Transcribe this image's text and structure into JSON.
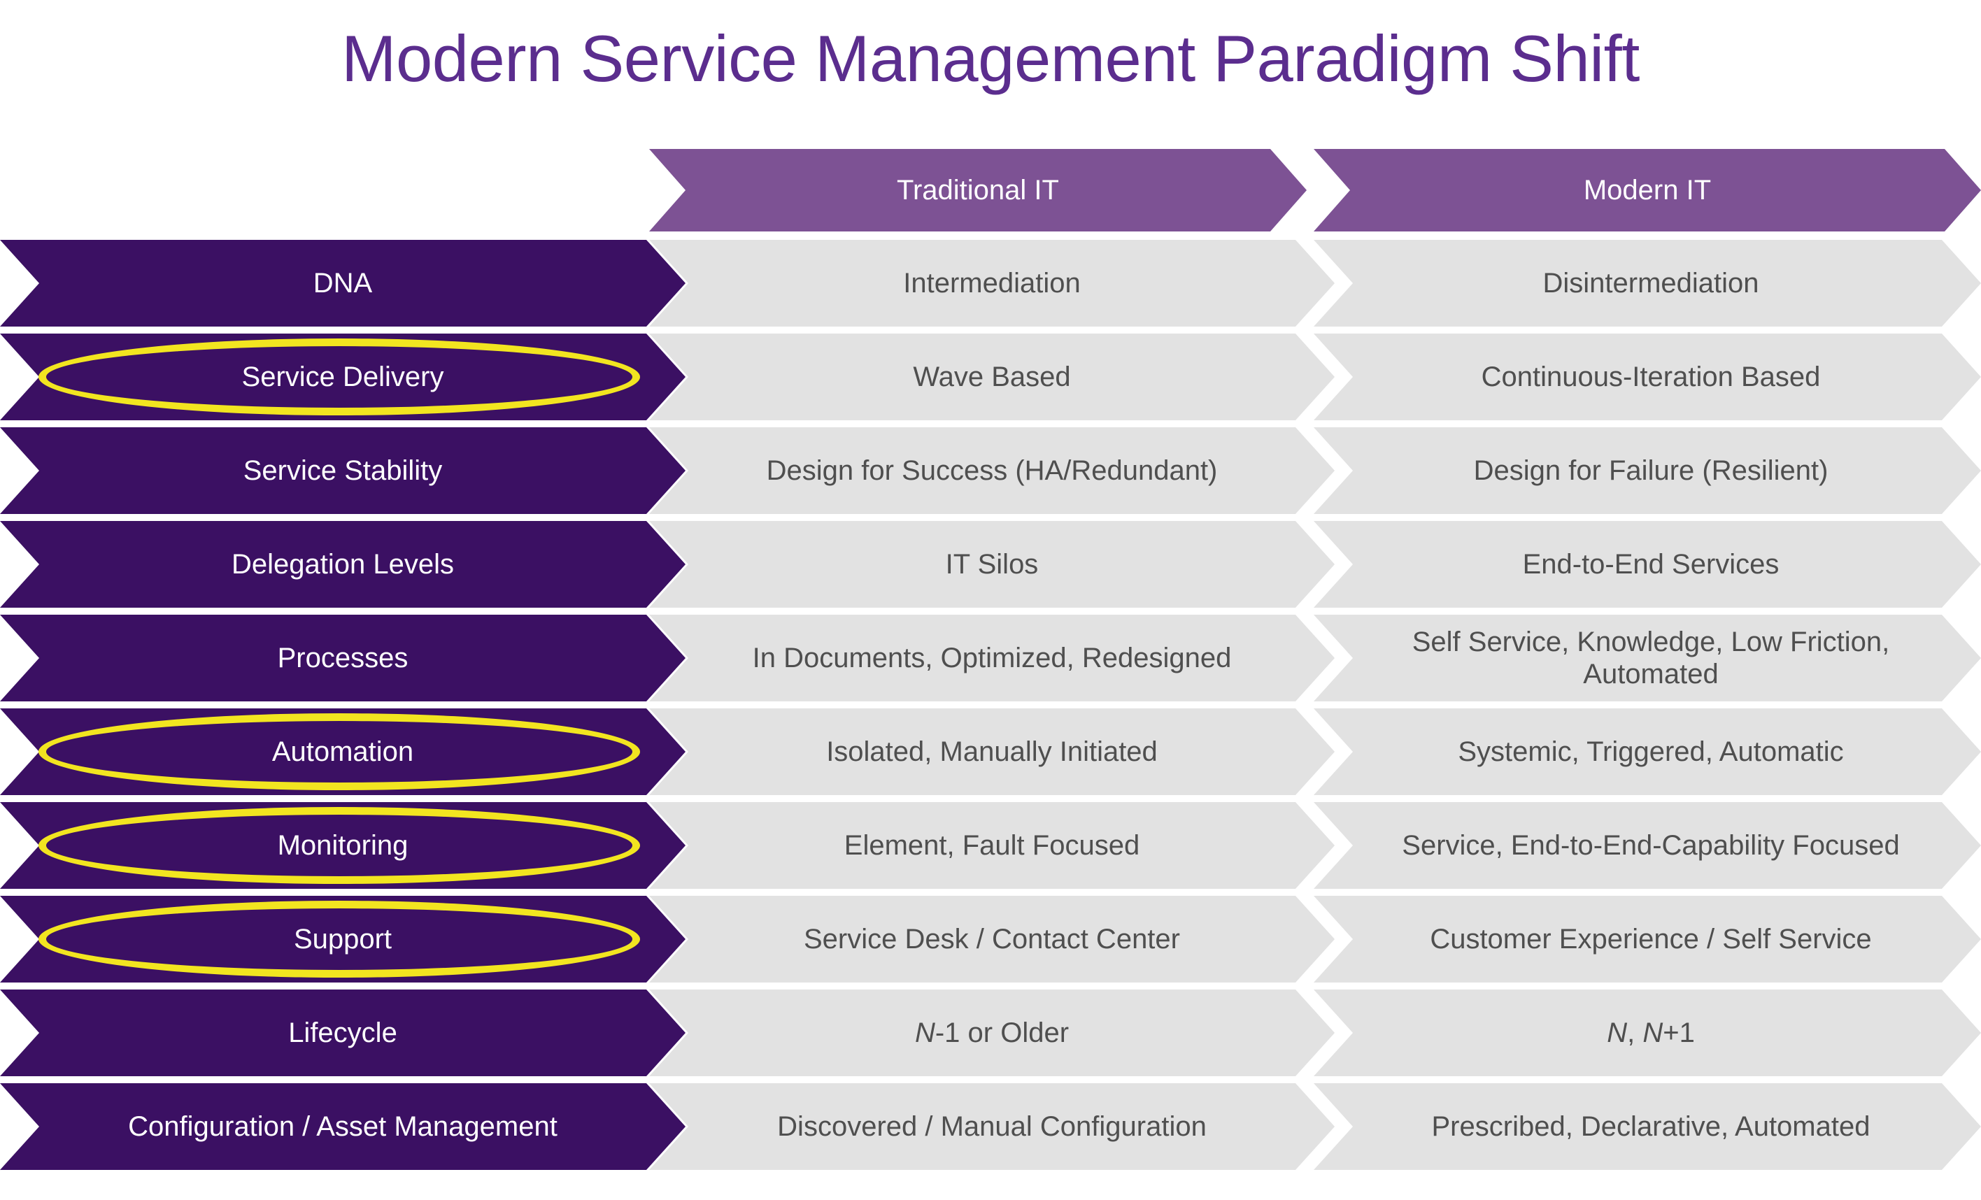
{
  "title": "Modern Service Management Paradigm Shift",
  "colors": {
    "title_purple": "#5b2d8e",
    "header_purple": "#7d5294",
    "label_purple": "#3b1063",
    "cell_gray": "#e2e2e2",
    "cell_text": "#4f4f4f",
    "highlight_yellow": "#f2e520",
    "background": "#ffffff"
  },
  "header": {
    "spacer": "",
    "traditional": "Traditional IT",
    "modern": "Modern IT"
  },
  "chart_data": {
    "type": "table",
    "title": "Modern Service Management Paradigm Shift",
    "columns": [
      "",
      "Traditional IT",
      "Modern IT"
    ],
    "rows": [
      {
        "label": "DNA",
        "traditional": "Intermediation",
        "modern": "Disintermediation",
        "highlighted": false
      },
      {
        "label": "Service Delivery",
        "traditional": "Wave Based",
        "modern": "Continuous-Iteration Based",
        "highlighted": true
      },
      {
        "label": "Service Stability",
        "traditional": "Design for Success (HA/Redundant)",
        "modern": "Design for Failure (Resilient)",
        "highlighted": false
      },
      {
        "label": "Delegation Levels",
        "traditional": "IT Silos",
        "modern": "End-to-End Services",
        "highlighted": false
      },
      {
        "label": "Processes",
        "traditional": "In Documents, Optimized, Redesigned",
        "modern": "Self Service, Knowledge, Low Friction, Automated",
        "highlighted": false
      },
      {
        "label": "Automation",
        "traditional": "Isolated, Manually Initiated",
        "modern": "Systemic, Triggered, Automatic",
        "highlighted": true
      },
      {
        "label": "Monitoring",
        "traditional": "Element, Fault Focused",
        "modern": "Service, End-to-End-Capability Focused",
        "highlighted": true
      },
      {
        "label": "Support",
        "traditional": "Service Desk / Contact Center",
        "modern": "Customer Experience / Self Service",
        "highlighted": true
      },
      {
        "label": "Lifecycle",
        "traditional": "N-1 or Older",
        "modern": "N, N+1",
        "highlighted": false
      },
      {
        "label": "Configuration / Asset Management",
        "traditional": "Discovered / Manual Configuration",
        "modern": "Prescribed, Declarative, Automated",
        "highlighted": false
      }
    ],
    "highlighted_rows": [
      "Service Delivery",
      "Automation",
      "Monitoring",
      "Support"
    ],
    "notes": "Lifecycle values use italic N"
  }
}
